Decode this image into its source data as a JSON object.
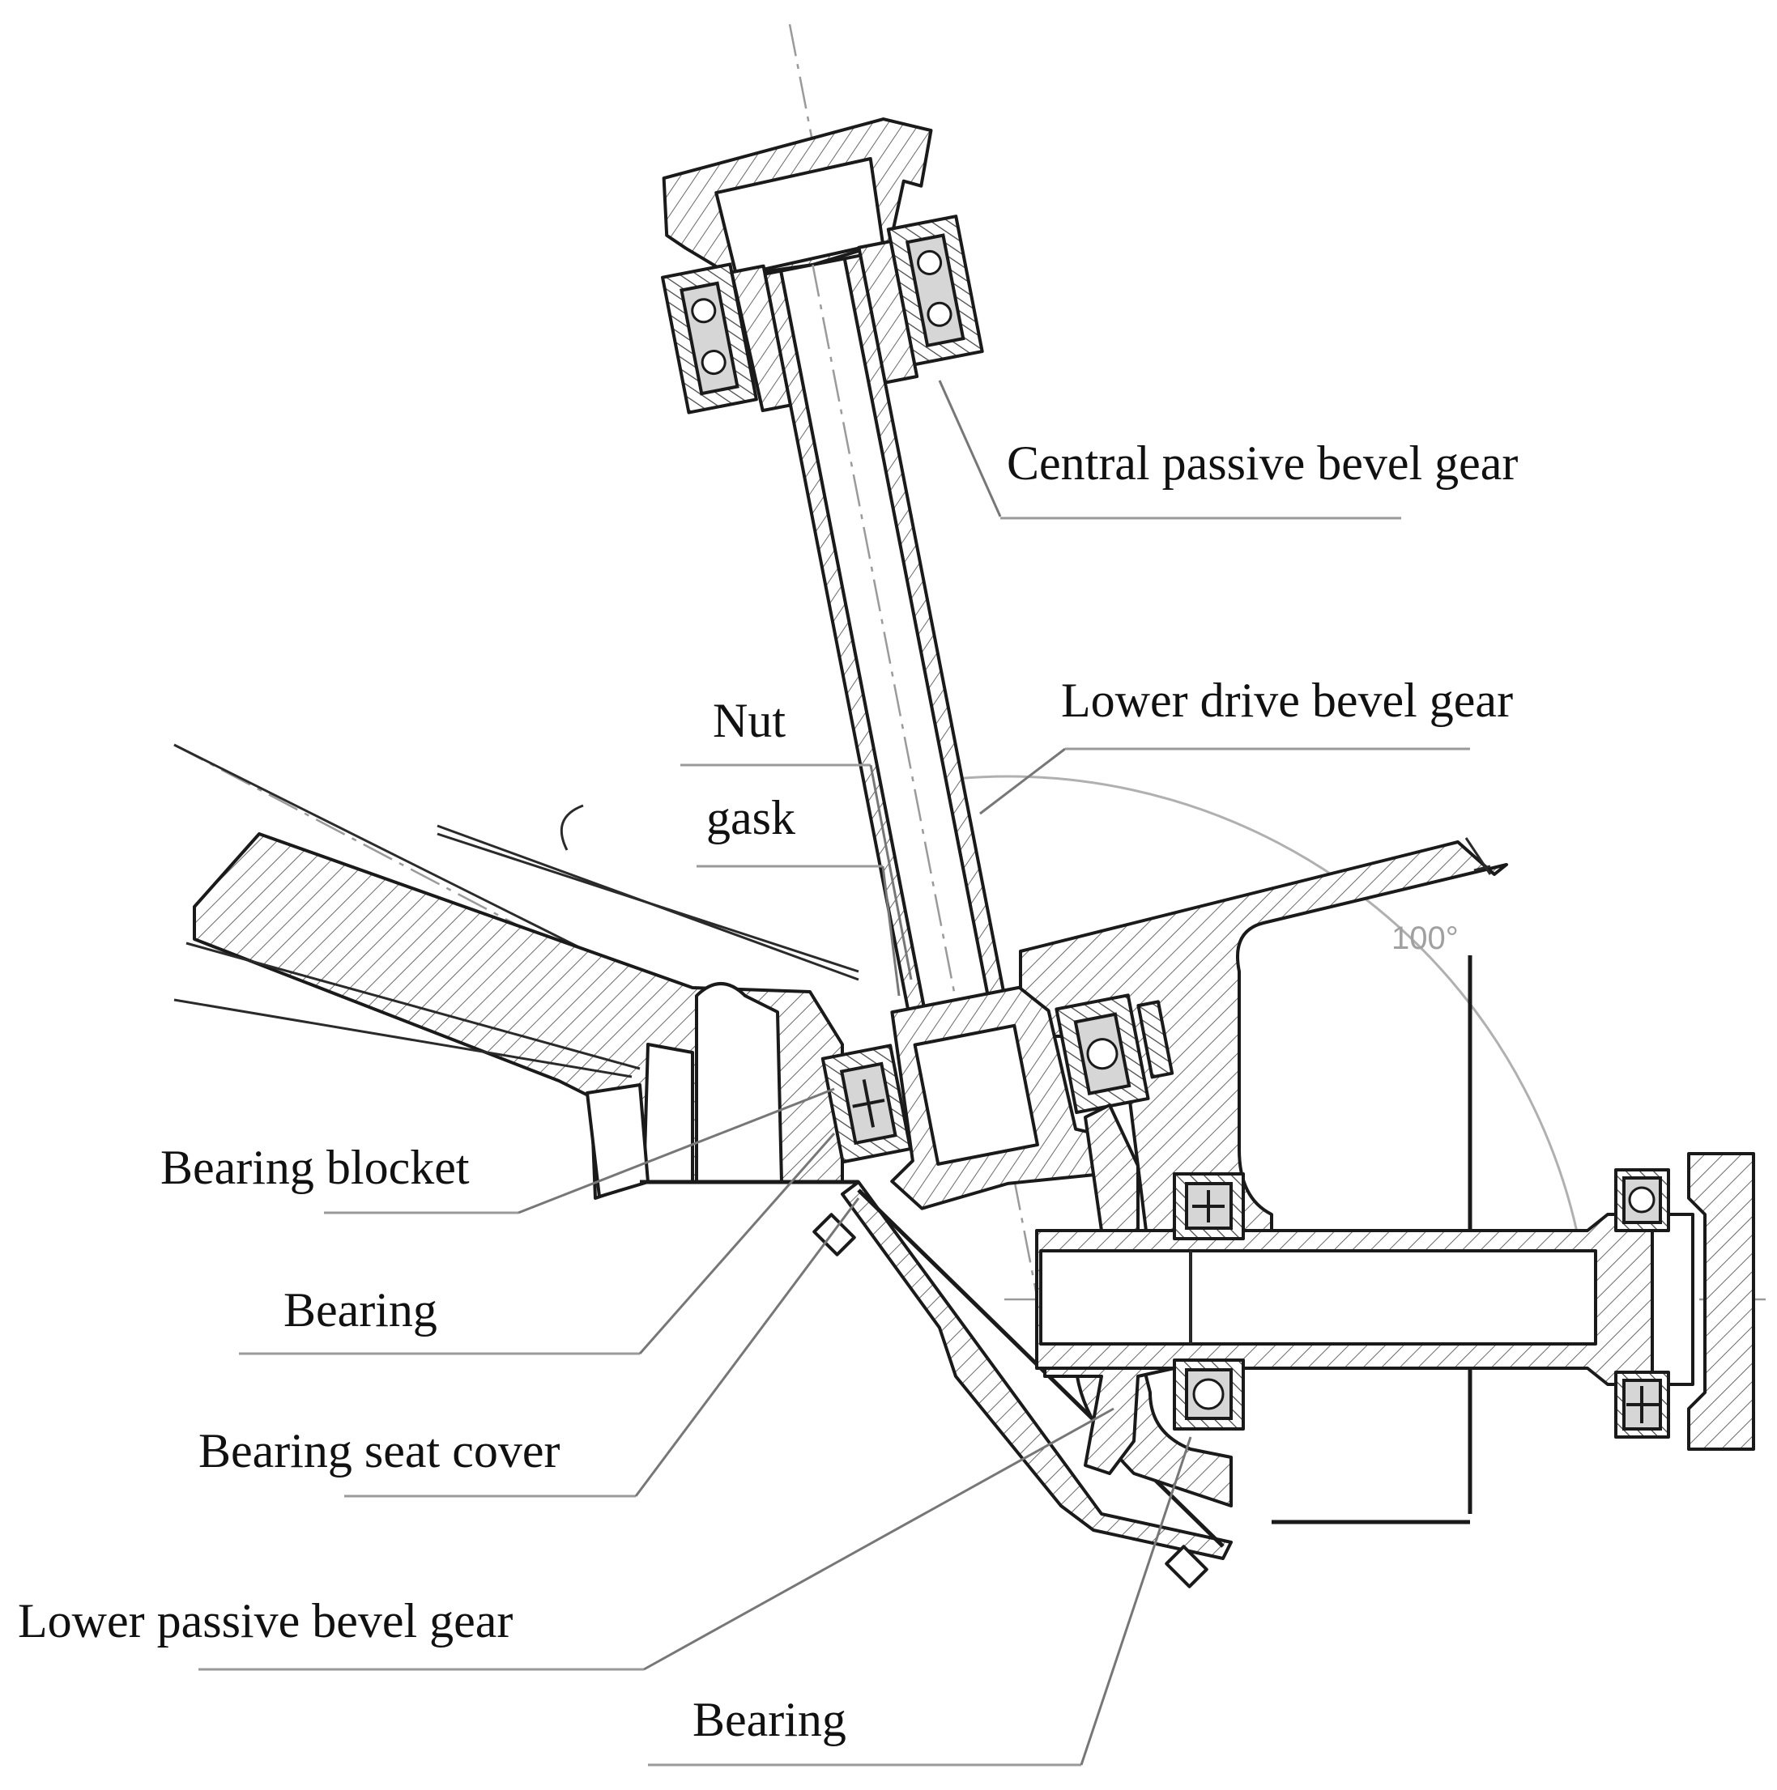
{
  "labels": {
    "central_passive_bevel_gear": "Central passive bevel gear",
    "lower_drive_bevel_gear": "Lower drive bevel gear",
    "nut": "Nut",
    "gasket": "gask",
    "bearing_blocket": "Bearing blocket",
    "bearing_upper": "Bearing",
    "bearing_seat_cover": "Bearing seat cover",
    "lower_passive_bevel_gear": "Lower passive bevel gear",
    "bearing_lower": "Bearing"
  },
  "dimension": {
    "angle": "100°"
  },
  "colors": {
    "ink": "#1a1a1a",
    "leader": "#777777",
    "bearing_fill": "#d6d6d6"
  }
}
